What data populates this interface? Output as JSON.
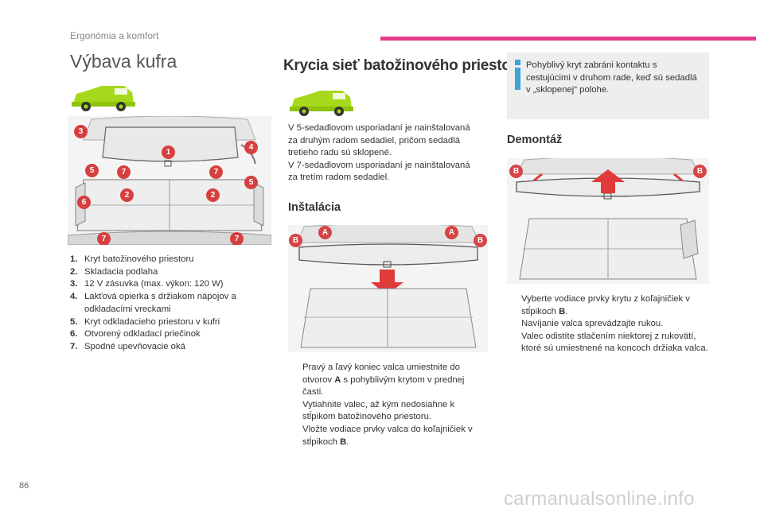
{
  "header": {
    "section": "Ergonómia a komfort",
    "accent_color": "#e83b8f"
  },
  "page_title": "Výbava kufra",
  "subsection_title": "Krycia sieť batožinového priestoru",
  "info_box": {
    "icon": "info-icon",
    "text": "Pohyblivý kryt zabráni kontaktu s cestujúcimi v druhom rade, keď sú sedadlá v „sklopenej“ polohe."
  },
  "photo1": {
    "callouts": [
      "3",
      "1",
      "4",
      "5",
      "7",
      "7",
      "5",
      "2",
      "2",
      "6",
      "7",
      "7"
    ]
  },
  "legend": [
    {
      "num": "1.",
      "text": "Kryt batožinového priestoru"
    },
    {
      "num": "2.",
      "text": "Skladacia podlaha"
    },
    {
      "num": "3.",
      "text": "12 V zásuvka (max. výkon: 120 W)"
    },
    {
      "num": "4.",
      "text": "Lakťová opierka s držiakom nápojov a odkladacími vreckami"
    },
    {
      "num": "5.",
      "text": "Kryt odkladacieho priestoru v kufri"
    },
    {
      "num": "6.",
      "text": "Otvorený odkladací priečinok"
    },
    {
      "num": "7.",
      "text": "Spodné upevňovacie oká"
    }
  ],
  "mid": {
    "intro_lines": [
      "V 5-sedadlovom usporiadaní je nainštalovaná",
      "za druhým radom sedadiel, pričom sedadlá",
      "tretieho radu sú sklopené.",
      "V 7-sedadlovom usporiadaní je nainštalovaná",
      "za tretím radom sedadiel."
    ],
    "install_heading": "Inštalácia",
    "photo_callouts": [
      "B",
      "A",
      "A",
      "B"
    ],
    "steps": [
      {
        "bullet": "",
        "pre": "Pravý a ľavý koniec valca umiestnite do otvorov ",
        "bold": "A",
        "post": " s pohyblivým krytom v prednej časti."
      },
      {
        "bullet": "",
        "pre": "Vytiahnite valec, až kým nedosiahne k stĺpikom batožinového priestoru.",
        "bold": "",
        "post": ""
      },
      {
        "bullet": "",
        "pre": "Vložte vodiace prvky valca do koľajničiek v stĺpikoch ",
        "bold": "B",
        "post": "."
      }
    ]
  },
  "right": {
    "removal_heading": "Demontáž",
    "photo_callouts": [
      "B",
      "B"
    ],
    "steps": [
      {
        "bullet": "",
        "pre": "Vyberte vodiace prvky krytu z koľajničiek v stĺpikoch ",
        "bold": "B",
        "post": "."
      },
      {
        "bullet": "",
        "pre": "Navíjanie valca sprevádzajte rukou.",
        "bold": "",
        "post": ""
      },
      {
        "bullet": "",
        "pre": "Valec odistíte stlačením niektorej z rukovätí, ktoré sú umiestnené na koncoch držiaka valca.",
        "bold": "",
        "post": ""
      }
    ]
  },
  "page_number": "86",
  "watermark": "carmanualsonline.info"
}
